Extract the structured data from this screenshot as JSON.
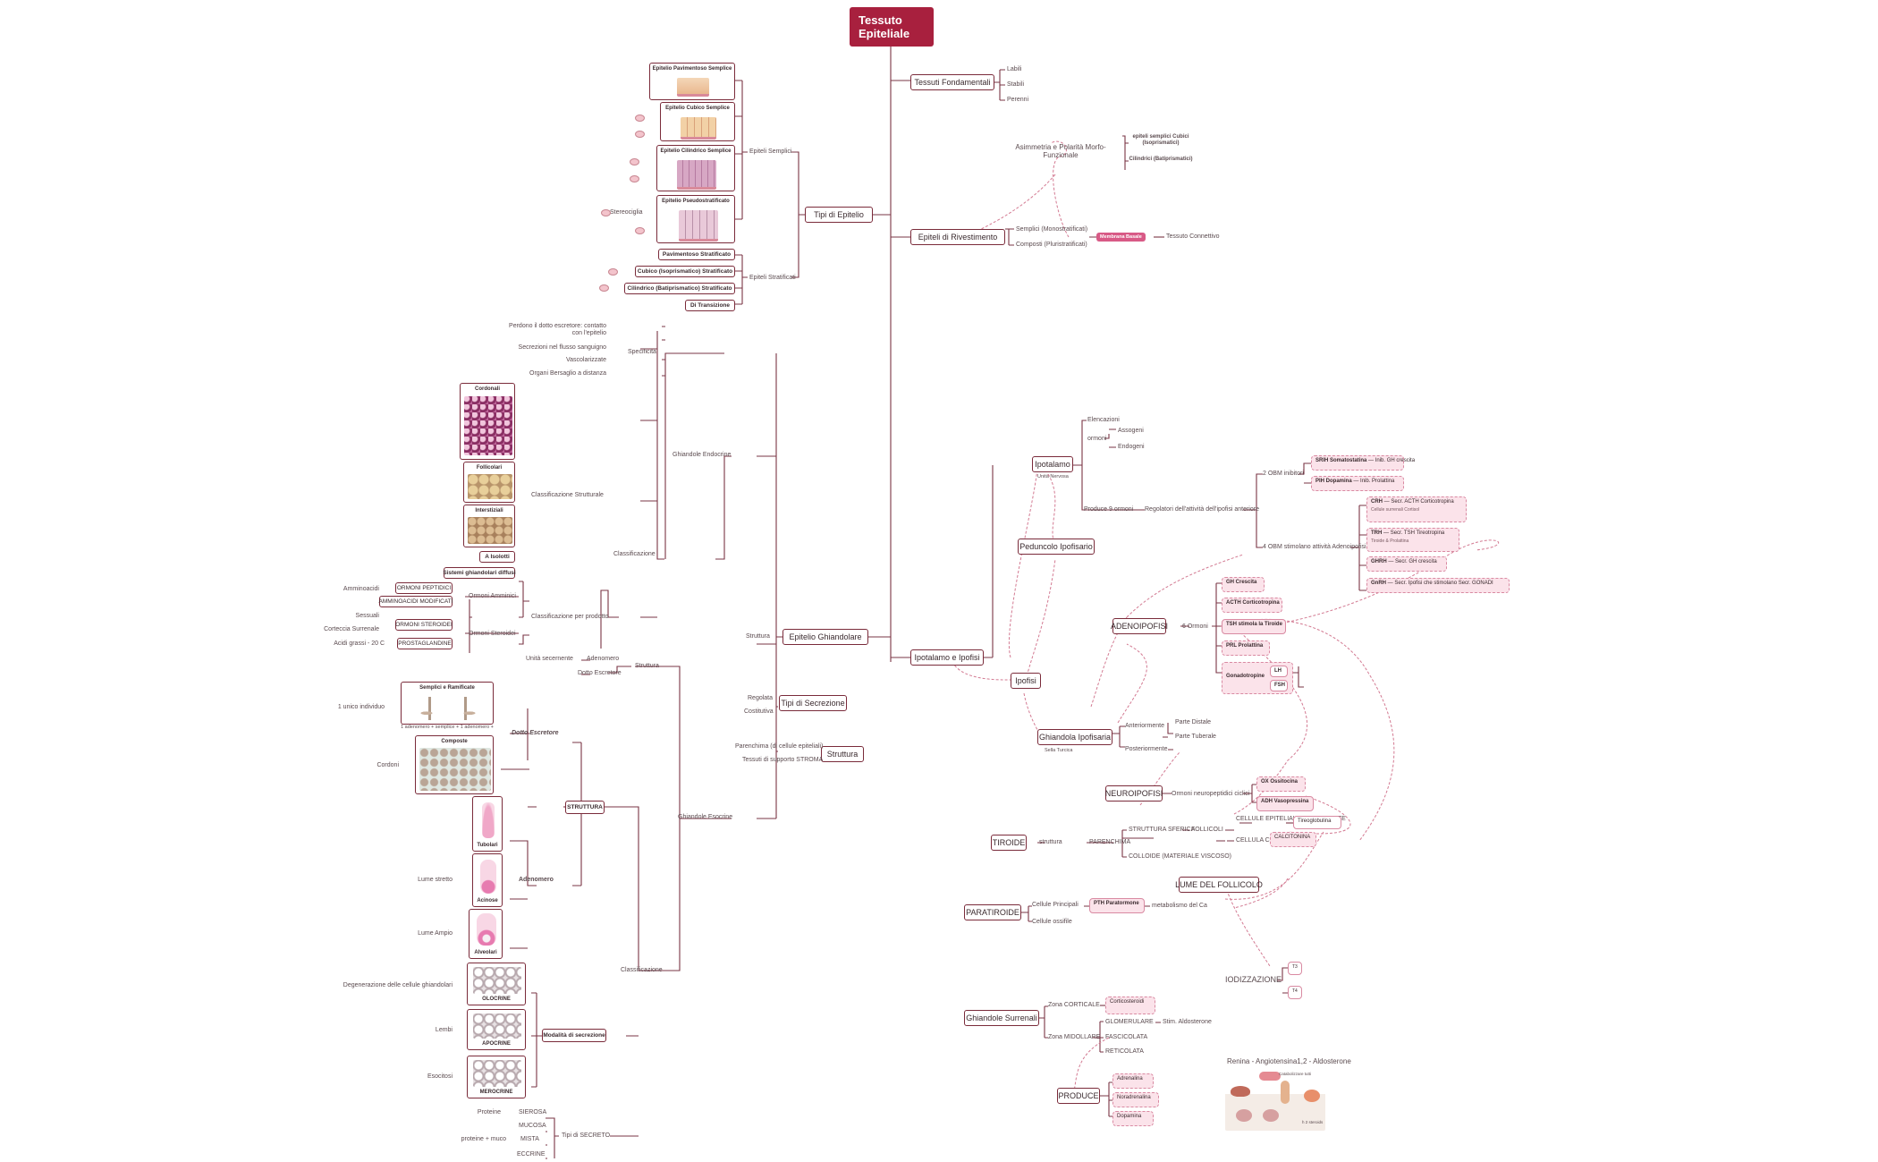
{
  "root": "Tessuto Epiteliale",
  "fondamentali": {
    "label": "Tessuti Fondamentali",
    "items": [
      "Labili",
      "Stabili",
      "Perenni"
    ]
  },
  "rivestimento": {
    "label": "Epiteli di Rivestimento",
    "asimmetria": "Asimmetria e Polarità Morfo-Funzionale",
    "cubici": "epiteli semplici Cubici (Isoprismatici)",
    "cilindrici": "Cilindrici (Batiprismatici)",
    "semplici": "Semplici (Monostratificati)",
    "composti": "Composti (Pluristratificati)",
    "membrana": "Membrana Basale",
    "connettivo": "Tessuto Connettivo"
  },
  "tipi_epitelio": {
    "label": "Tipi di Epitelio",
    "semplici_label": "Epiteli Semplici",
    "stratificati_label": "Epiteli Stratificati",
    "pav_semplice": "Epitelio Pavimentoso Semplice",
    "cub_semplice": "Epitelio Cubico Semplice",
    "cil_semplice": "Epitelio Cilindrico Semplice",
    "pseudo": "Epitelio Pseudostratificato",
    "stereociglia": "Stereociglia",
    "pav_strat": "Pavimentoso Stratificato",
    "cub_strat": "Cubico (Isoprismatico) Stratificato",
    "cil_strat": "Cilindrico (Batiprismatico) Stratificato",
    "transizione": "Di Transizione"
  },
  "ghiandolare": {
    "label": "Epitelio Ghiandolare",
    "struttura_lbl": "Struttura",
    "endocrine": "Ghiandole Endocrine",
    "specificita": "Specificità",
    "spec_items": [
      "Perdono il dotto escretore: contatto con l'epitelio",
      "Secrezioni nel flusso sanguigno",
      "Vascolarizzate",
      "Organi Bersaglio a distanza"
    ],
    "classificazione": "Classificazione",
    "class_strutturale": "Classificazione Strutturale",
    "cordonali": "Cordonali",
    "follicolari": "Follicolari",
    "interstiziali": "Interstiziali",
    "a_isolotti": "A Isolotti",
    "diffusi": "Sistemi ghiandolari diffusi",
    "class_prodotto": "Classificazione per prodotto",
    "ormoni_amminici": "Ormoni Amminici",
    "amminoacidi": "Amminoacidi",
    "ormoni_peptidici": "ORMONI PEPTIDICI",
    "ammine_mod": "AMMINOACIDI MODIFICATI",
    "ormoni_steroidei_lbl": "Ormoni Steroidei",
    "sessuali": "Sessuali",
    "corteccia": "Corteccia Surrenale",
    "acidi_grassi": "Acidi grassi - 20 C",
    "ormoni_steroidei": "ORMONI STEROIDEI",
    "prostaglandine": "PROSTAGLANDINE",
    "unita_secernente": "Unità secernente",
    "adenomero": "Adenomero",
    "dotto_escretore": "Dotto Escretore",
    "esocrine": "Ghiandole Esocrine",
    "semplici_ramificate": "Semplici e Ramificate",
    "unico_individuo": "1 unico individuo",
    "formula": "1 adenomero + semplice + 1 adenomero +",
    "composte": "Composte",
    "cordonali2": "Cordoni",
    "dotto_escretore_i": "Dotto Escretore",
    "struttura_box": "STRUTTURA",
    "tubolari": "Tubolari",
    "acinose": "Acinose",
    "alveolari": "Alveolari",
    "lume_stretto": "Lume stretto",
    "lume_ampio": "Lume Ampio",
    "adenomero_i": "Adenomero",
    "olocrine": "OLOCRINE",
    "apocrine": "APOCRINE",
    "merocrine": "MEROCRINE",
    "degenerazione": "Degenerazione delle cellule ghiandolari",
    "lembi": "Lembi",
    "esocitosi": "Esocitosi",
    "modalita": "Modalità di secrezione",
    "tipi_secreto": "Tipi di SECRETO",
    "proteine": "Proteine",
    "proteine_muco": "proteine + muco",
    "sierosa": "SIEROSA",
    "mucosa": "MUCOSA",
    "mista": "MISTA",
    "eccrine": "ECCRINE"
  },
  "tipi_secrezione": {
    "label": "Tipi di Secrezione",
    "regolata": "Regolata",
    "costitutiva": "Costitutiva"
  },
  "strutt": {
    "label": "Struttura",
    "parenchima": "Parenchima (di cellule epiteliali)",
    "stroma": "Tessuti di supporto STROMA"
  },
  "ipotalamo_ipofisi": {
    "label": "Ipotalamo e Ipofisi",
    "ipotalamo": "Ipotalamo",
    "unita_nervosa": "Unità Nervosa",
    "elencazioni": "Elencazioni",
    "ormoni": "ormoni",
    "assogeni": "Assogeni",
    "endogeni": "Endogeni",
    "produce": "Produce 9 ormoni",
    "regolatori": "Regolatori dell'attività dell'ipofisi anteriore",
    "inibitori": "2 OBM inibitori",
    "stimolanti": "4 OBM stimolano attività Adenoipofisi",
    "srih": "SRIH Somatostatina",
    "srih_eff": "Inib. GH crescita",
    "pih": "PIH Dopamina",
    "pih_eff": "Inib. Prolattina",
    "crh": "CRH",
    "crh_eff": "Secr. ACTH Corticotropina",
    "crh_sub": "Cellule surrenali Cortisol",
    "trh": "TRH",
    "trh_eff": "Secr. TSH Tireotropina",
    "trh_sub": "Tiroide & Prolattina",
    "ghrh": "GHRH",
    "ghrh_eff": "Secr. GH crescita",
    "gnrh": "GnRH",
    "gnrh_eff": "Secr. Ipofisi che stimolano Secr. GONADI",
    "peduncolo": "Peduncolo Ipofisario",
    "ipofisi": "Ipofisi",
    "adenoipofisi": "ADENOIPOFISI",
    "sei_ormoni": "6 Ormoni",
    "gh": "GH Crescita",
    "acth": "ACTH Corticotropina",
    "tsh": "TSH stimola la Tiroide",
    "prl": "PRL Prolattina",
    "gonado": "Gonadotropine",
    "lh": "LH",
    "fsh": "FSH",
    "ghiandola_ipofisaria": "Ghiandola Ipofisaria",
    "sella": "Sella Turcica",
    "anteriormente": "Anteriormente",
    "posteriormente": "Posteriormente",
    "parte_distale": "Parte Distale",
    "parte_tuberale": "Parte Tuberale",
    "neuroipofisi": "NEUROIPOFISI",
    "ormoni_neuro": "Ormoni neuropeptidici ciclici",
    "ox": "OX Ossitocina",
    "adh": "ADH Vasopressina"
  },
  "tiroide": {
    "label": "TIROIDE",
    "struttura": "struttura",
    "parenchima": "PARENCHIMA",
    "strutt_sferica": "STRUTTURA SFERICA",
    "follicoli": "FOLLICOLI",
    "cell_epiteliali": "CELLULE EPITELIALI DELLA PARETE",
    "cellula_c": "CELLULA C",
    "tireoglobulina": "Tireoglobulina",
    "calcitonina": "CALCITONINA",
    "colloide": "COLLOIDE (MATERIALE VISCOSO)",
    "lume": "LUME DEL FOLLICOLO",
    "iodizzazione": "IODIZZAZIONE",
    "t3": "T3",
    "t4": "T4"
  },
  "paratiroide": {
    "label": "PARATIROIDE",
    "principali": "Cellule Principali",
    "ossifile": "Cellule ossifile",
    "pth": "PTH Paratormone",
    "metab": "metabolismo del Ca"
  },
  "surrenali": {
    "label": "Ghiandole Surrenali",
    "corticale": "Zona CORTICALE",
    "midollare": "Zona MIDOLLARE",
    "corticosteroidi": "Corticosteroidi",
    "glomerulare": "GLOMERULARE",
    "aldosterone": "Stim. Aldosterone",
    "fascicolata": "FASCICOLATA",
    "reticolata": "RETICOLATA",
    "produce": "PRODUCE",
    "adrenalina": "Adrenalina",
    "noradrenalina": "Noradrenalina",
    "dopamina": "Dopamina",
    "renina": "Renina - Angiotensina1,2 - Aldosterone",
    "img_caption1": "Catabolizzare tutti",
    "img_caption2": "h 2 steroids"
  },
  "colors": {
    "accent": "#a8203e",
    "border": "#7a2b3a",
    "link": "#c25a72",
    "pill": "#fbe3ea"
  }
}
